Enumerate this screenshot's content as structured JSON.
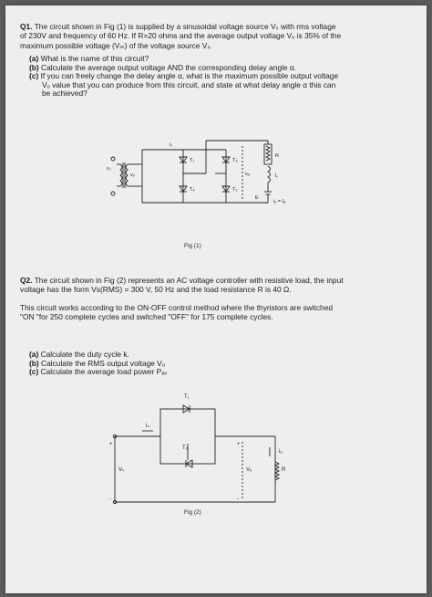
{
  "q1": {
    "heading": "Q1.",
    "lines": [
      "The circuit shown in Fig (1) is supplied by a sinusoidal voltage source Vₛ with rms voltage",
      "of 230V and frequency of 60 Hz. If R=20 ohms and the average output voltage Vₒ is 35% of the",
      "maximum possible voltage (Vₘ) of the voltage source Vₛ."
    ],
    "parts": [
      {
        "tag": "(a)",
        "text": "What is the name of this circuit?"
      },
      {
        "tag": "(b)",
        "text": "Calculate the average output voltage AND the corresponding delay angle α."
      },
      {
        "tag": "(c)",
        "text": "If you can freely change the delay angle α, what is the maximum possible output voltage"
      }
    ],
    "part_c_cont": [
      "Vₒ value that you can produce from this circuit, and state at what delay angle α this can",
      "be achieved?"
    ],
    "figure": {
      "caption": "Fig (1)",
      "labels": {
        "is": "iₛ",
        "vs": "vₛ",
        "vp": "vₚ",
        "t1": "T₁",
        "t2": "T₂",
        "t3": "T₃",
        "t4": "T₄",
        "vo": "vₒ",
        "r": "R",
        "l": "L",
        "e": "E",
        "io": "iₒ = Iₐ"
      }
    }
  },
  "q2": {
    "heading": "Q2.",
    "lines": [
      "The circuit shown in Fig (2) represents an AC voltage controller with resistive load, the input",
      "voltage has the form Vs(RMS) = 300 V, 50 Hz and the load resistance R is 40 Ω."
    ],
    "para2": [
      "This circuit works according to the ON-OFF control method where the thyristors are switched",
      "\"ON \"for 250 complete cycles and switched \"OFF\" for 175 complete cycles."
    ],
    "parts": [
      {
        "tag": "(a)",
        "text": "Calculate the duty cycle k."
      },
      {
        "tag": "(b)",
        "text": "Calculate the RMS output voltage Vₒ"
      },
      {
        "tag": "(c)",
        "text": "Calculate the average load power Pₐᵥ"
      }
    ],
    "figure": {
      "caption": "Fig (2)",
      "labels": {
        "t1": "T₁",
        "t2": "T₂",
        "is": "iₛ",
        "vs": "Vₛ",
        "vo": "Vₒ",
        "io": "iₒ",
        "r": "R",
        "plus_in": "+",
        "minus_in": "-",
        "plus_out": "+",
        "minus_out": "-"
      }
    }
  }
}
